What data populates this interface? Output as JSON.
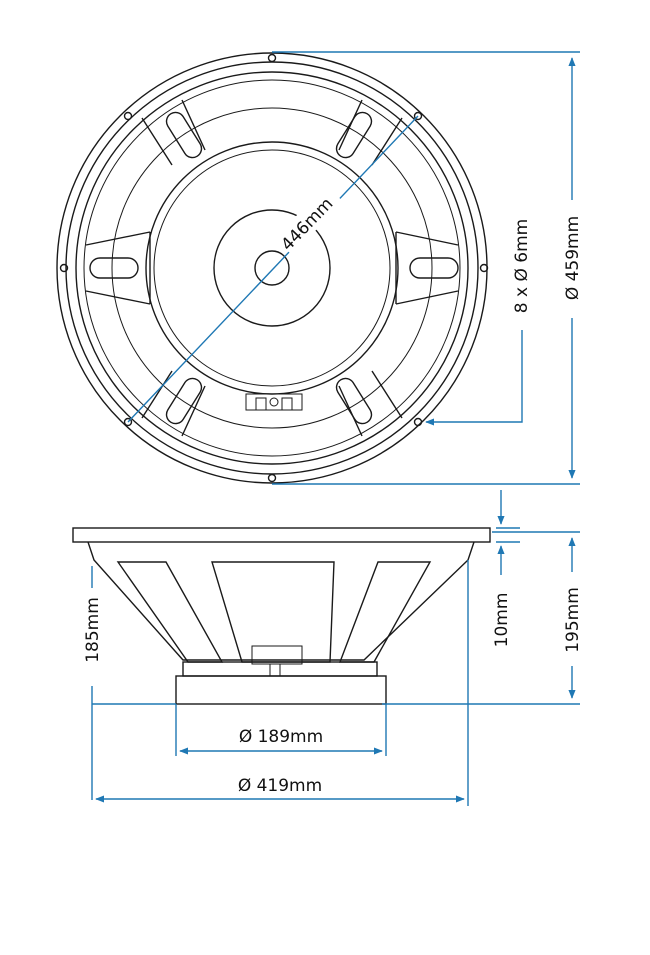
{
  "colors": {
    "dimension_line": "#1f78b4",
    "outline": "#1a1a1a",
    "background": "#ffffff"
  },
  "labels": {
    "bolt_circle": "446mm",
    "mounting_holes": "8 x Ø 6mm",
    "outer_diameter": "Ø 459mm",
    "flange_thickness": "10mm",
    "overall_depth": "195mm",
    "basket_depth": "185mm",
    "magnet_diameter": "Ø 189mm",
    "baffle_cutout": "Ø 419mm"
  }
}
